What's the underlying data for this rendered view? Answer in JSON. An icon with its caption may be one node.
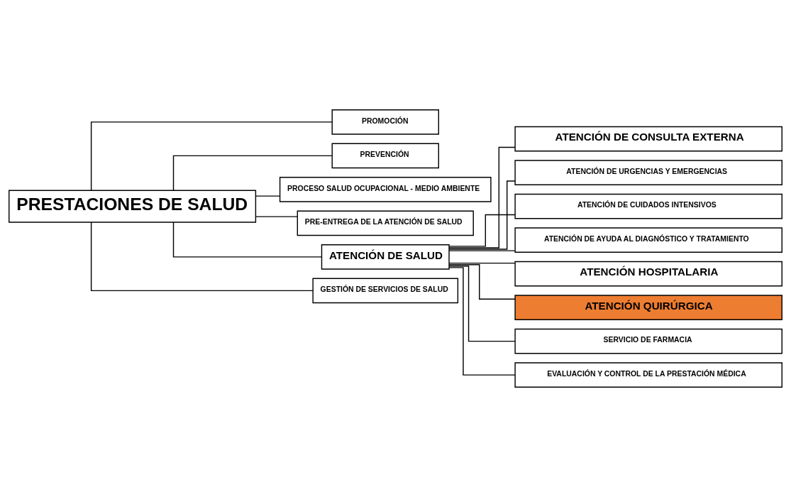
{
  "diagram": {
    "nodes": [
      {
        "text": [
          "PRESTACIONES DE SALUD"
        ]
      },
      {
        "text": [
          "PROMOCIÓN"
        ]
      },
      {
        "text": [
          "PREVENCIÓN"
        ]
      },
      {
        "text": [
          "PROCESO SALUD OCUPACIONAL - MEDIO AMBIENTE"
        ]
      },
      {
        "text": [
          "PRE-ENTREGA DE LA ATENCIÓN DE SALUD"
        ]
      },
      {
        "text": [
          "ATENCIÓN DE SALUD"
        ]
      },
      {
        "text": [
          "GESTIÓN DE SERVICIOS DE SALUD"
        ]
      },
      {
        "text": [
          "ATENCIÓN DE CONSULTA EXTERNA"
        ]
      },
      {
        "text": [
          "ATENCIÓN DE URGENCIAS Y EMERGENCIAS"
        ]
      },
      {
        "text": [
          "ATENCIÓN DE CUIDADOS INTENSIVOS"
        ]
      },
      {
        "text": [
          "ATENCIÓN DE AYUDA AL DIAGNÓSTICO Y TRATAMIENTO"
        ]
      },
      {
        "text": [
          "ATENCIÓN HOSPITALARIA"
        ]
      },
      {
        "text": [
          "ATENCIÓN QUIRÚRGICA"
        ]
      },
      {
        "text": [
          "SERVICIO DE FARMACIA"
        ]
      },
      {
        "text": [
          "EVALUACIÓN Y CONTROL DE LA PRESTACIÓN MÉDICA"
        ]
      }
    ],
    "edges": [
      {
        "from": 0,
        "to": 1,
        "arrow": "none"
      },
      {
        "from": 0,
        "to": 2,
        "arrow": "none"
      },
      {
        "from": 0,
        "to": 3,
        "arrow": "none"
      },
      {
        "from": 0,
        "to": 4,
        "arrow": "none"
      },
      {
        "from": 0,
        "to": 5,
        "arrow": "none"
      },
      {
        "from": 0,
        "to": 6,
        "arrow": "none"
      },
      {
        "from": 5,
        "to": 7,
        "arrow": "none"
      },
      {
        "from": 5,
        "to": 8,
        "arrow": "none"
      },
      {
        "from": 5,
        "to": 9,
        "arrow": "none"
      },
      {
        "from": 5,
        "to": 10,
        "arrow": "none"
      },
      {
        "from": 5,
        "to": 11,
        "arrow": "none"
      },
      {
        "from": 5,
        "to": 12,
        "arrow": "none"
      },
      {
        "from": 5,
        "to": 13,
        "arrow": "none"
      },
      {
        "from": 5,
        "to": 14,
        "arrow": "none"
      }
    ]
  }
}
